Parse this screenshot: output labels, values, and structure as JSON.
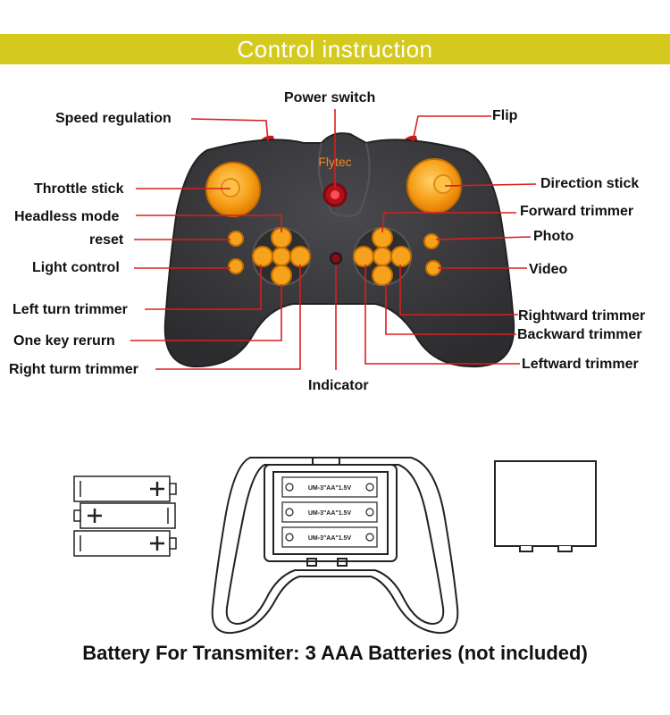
{
  "banner": {
    "title": "Control instruction"
  },
  "controller": {
    "brand": "Flytec"
  },
  "labels": {
    "power_switch": "Power switch",
    "speed_regulation": "Speed regulation",
    "flip": "Flip",
    "throttle_stick": "Throttle stick",
    "direction_stick": "Direction stick",
    "headless_mode": "Headless mode",
    "forward_trimmer": "Forward trimmer",
    "reset": "reset",
    "photo": "Photo",
    "light_control": "Light control",
    "video": "Video",
    "left_turn_trimmer": "Left turn trimmer",
    "rightward_trimmer": "Rightward trimmer",
    "one_key_return": "One key rerurn",
    "backward_trimmer": "Backward trimmer",
    "right_turn_trimmer": "Right turm trimmer",
    "leftward_trimmer": "Leftward trimmer",
    "indicator": "Indicator"
  },
  "battery_label": "UM-3\"AA\"1.5V",
  "caption": "Battery For Transmiter: 3 AAA Batteries (not included)",
  "colors": {
    "banner": "#d4ca1e",
    "controller_body": "#3a3a3d",
    "button_orange": "#f7a21c",
    "leader_line": "#d81e1e"
  }
}
